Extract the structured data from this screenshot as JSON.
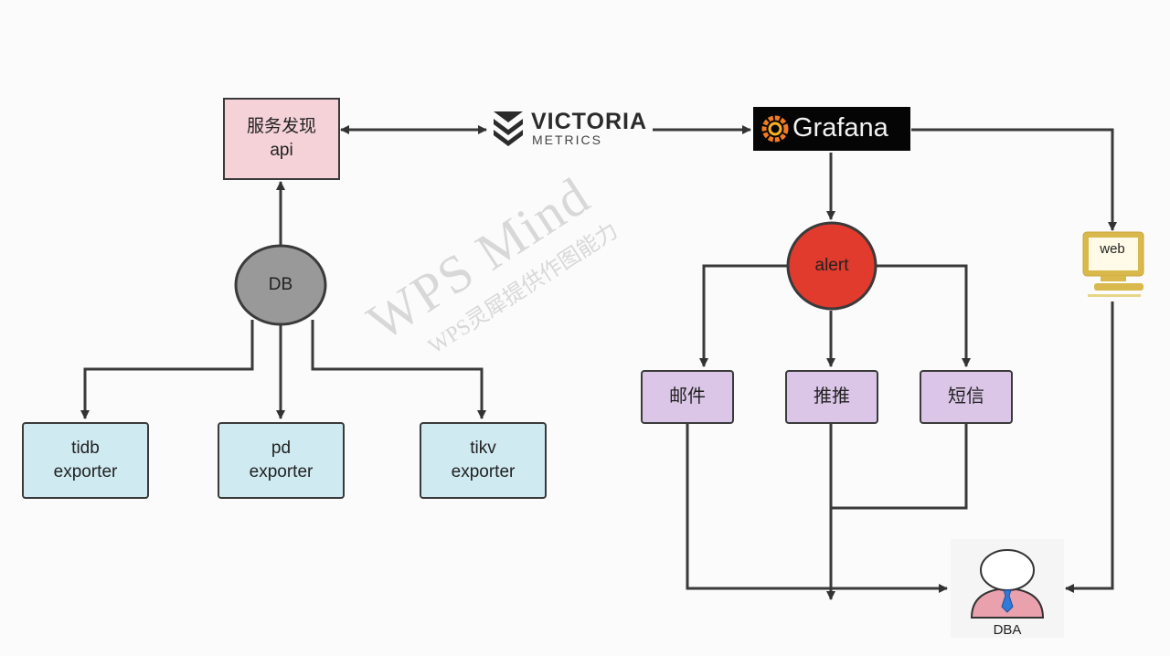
{
  "watermark": {
    "main": "WPS Mind",
    "sub": "WPS灵犀提供作图能力"
  },
  "service": {
    "line1": "服务发现",
    "line2": "api"
  },
  "victoria": {
    "line1": "VICTORIA",
    "line2": "METRICS"
  },
  "grafana": {
    "label": "Grafana"
  },
  "db": {
    "label": "DB"
  },
  "alert": {
    "label": "alert"
  },
  "exporters": [
    {
      "line1": "tidb",
      "line2": "exporter"
    },
    {
      "line1": "pd",
      "line2": "exporter"
    },
    {
      "line1": "tikv",
      "line2": "exporter"
    }
  ],
  "channels": [
    {
      "label": "邮件"
    },
    {
      "label": "推推"
    },
    {
      "label": "短信"
    }
  ],
  "web": {
    "label": "web"
  },
  "dba": {
    "label": "DBA"
  },
  "colors": {
    "alert": "#e03b2c",
    "db": "#999999",
    "exporter": "#cfeaf1",
    "channel": "#dcc6e8",
    "service": "#f4d2d8",
    "web": "#d9b94c"
  }
}
